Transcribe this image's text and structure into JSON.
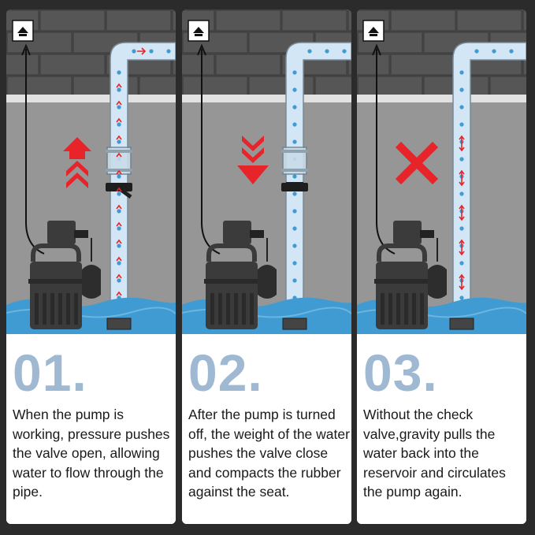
{
  "colors": {
    "wall": "#8f8f8f",
    "brick": "#4a4a4a",
    "pipe": "#d2e6f5",
    "water": "#3f9bd1",
    "arrow": "#e8242b",
    "number": "#9fb9d3",
    "pump": "#3b3b3b"
  },
  "panels": [
    {
      "number": "01.",
      "text": "When the pump is working, pressure pushes the valve open, allowing water to flow through the pipe.",
      "state": "pumping",
      "indicator_icon": "double-up-arrow-icon"
    },
    {
      "number": "02.",
      "text": "After the pump is turned off, the weight of the water pushes the valve close and compacts the rubber against the seat.",
      "state": "stopped",
      "indicator_icon": "down-arrow-icon"
    },
    {
      "number": "03.",
      "text": "Without the check valve,gravity pulls the water back into the reservoir and circulates the pump again.",
      "state": "no-valve",
      "indicator_icon": "red-cross-icon"
    }
  ]
}
